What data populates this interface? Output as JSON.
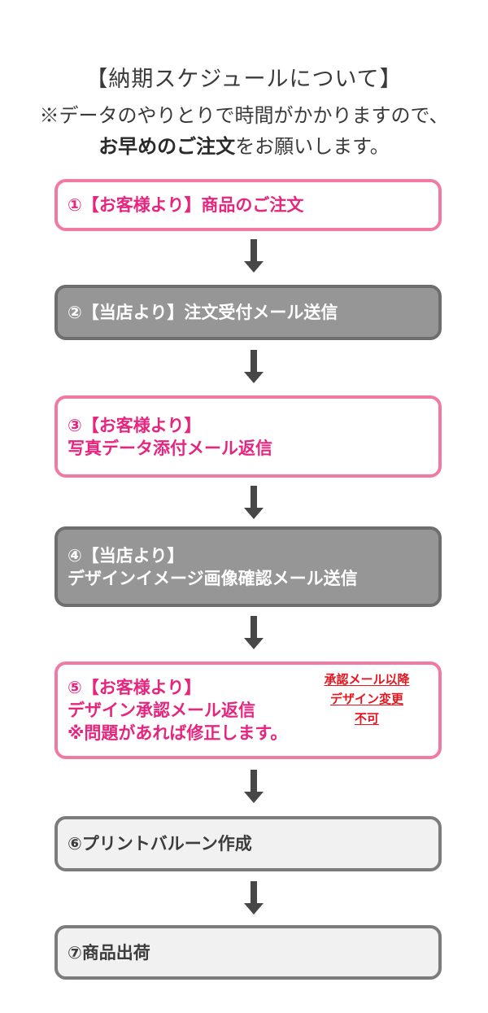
{
  "heading": {
    "title": "【納期スケジュールについて】",
    "line1": "※データのやりとりで時間がかかりますので、",
    "line2_bold": "お早めのご注文",
    "line2_rest": "をお願いします。"
  },
  "colors": {
    "customer_step": "#e6257e",
    "customer_border": "#f07aa4",
    "shop_step_bg": "#969696",
    "final_step_bg": "#f1f1f1",
    "warning": "#e8141e",
    "arrow": "#474747"
  },
  "steps": [
    {
      "number": "①",
      "lines": [
        "①【お客様より】商品のご注文"
      ],
      "actor": "customer"
    },
    {
      "number": "②",
      "lines": [
        "②【当店より】注文受付メール送信"
      ],
      "actor": "shop"
    },
    {
      "number": "③",
      "lines": [
        "③【お客様より】",
        "写真データ添付メール返信"
      ],
      "actor": "customer"
    },
    {
      "number": "④",
      "lines": [
        "④【当店より】",
        "デザインイメージ画像確認メール送信"
      ],
      "actor": "shop"
    },
    {
      "number": "⑤",
      "lines": [
        "⑤【お客様より】",
        "デザイン承認メール返信",
        "※問題があれば修正します。"
      ],
      "actor": "customer",
      "note": [
        "承認メール以降",
        "デザイン変更",
        "不可"
      ]
    },
    {
      "number": "⑥",
      "lines": [
        "⑥プリントバルーン作成"
      ],
      "actor": "production"
    },
    {
      "number": "⑦",
      "lines": [
        "⑦商品出荷"
      ],
      "actor": "production"
    }
  ],
  "arrows": [
    "down-arrow",
    "down-arrow",
    "down-arrow",
    "down-arrow",
    "down-arrow",
    "down-arrow"
  ]
}
